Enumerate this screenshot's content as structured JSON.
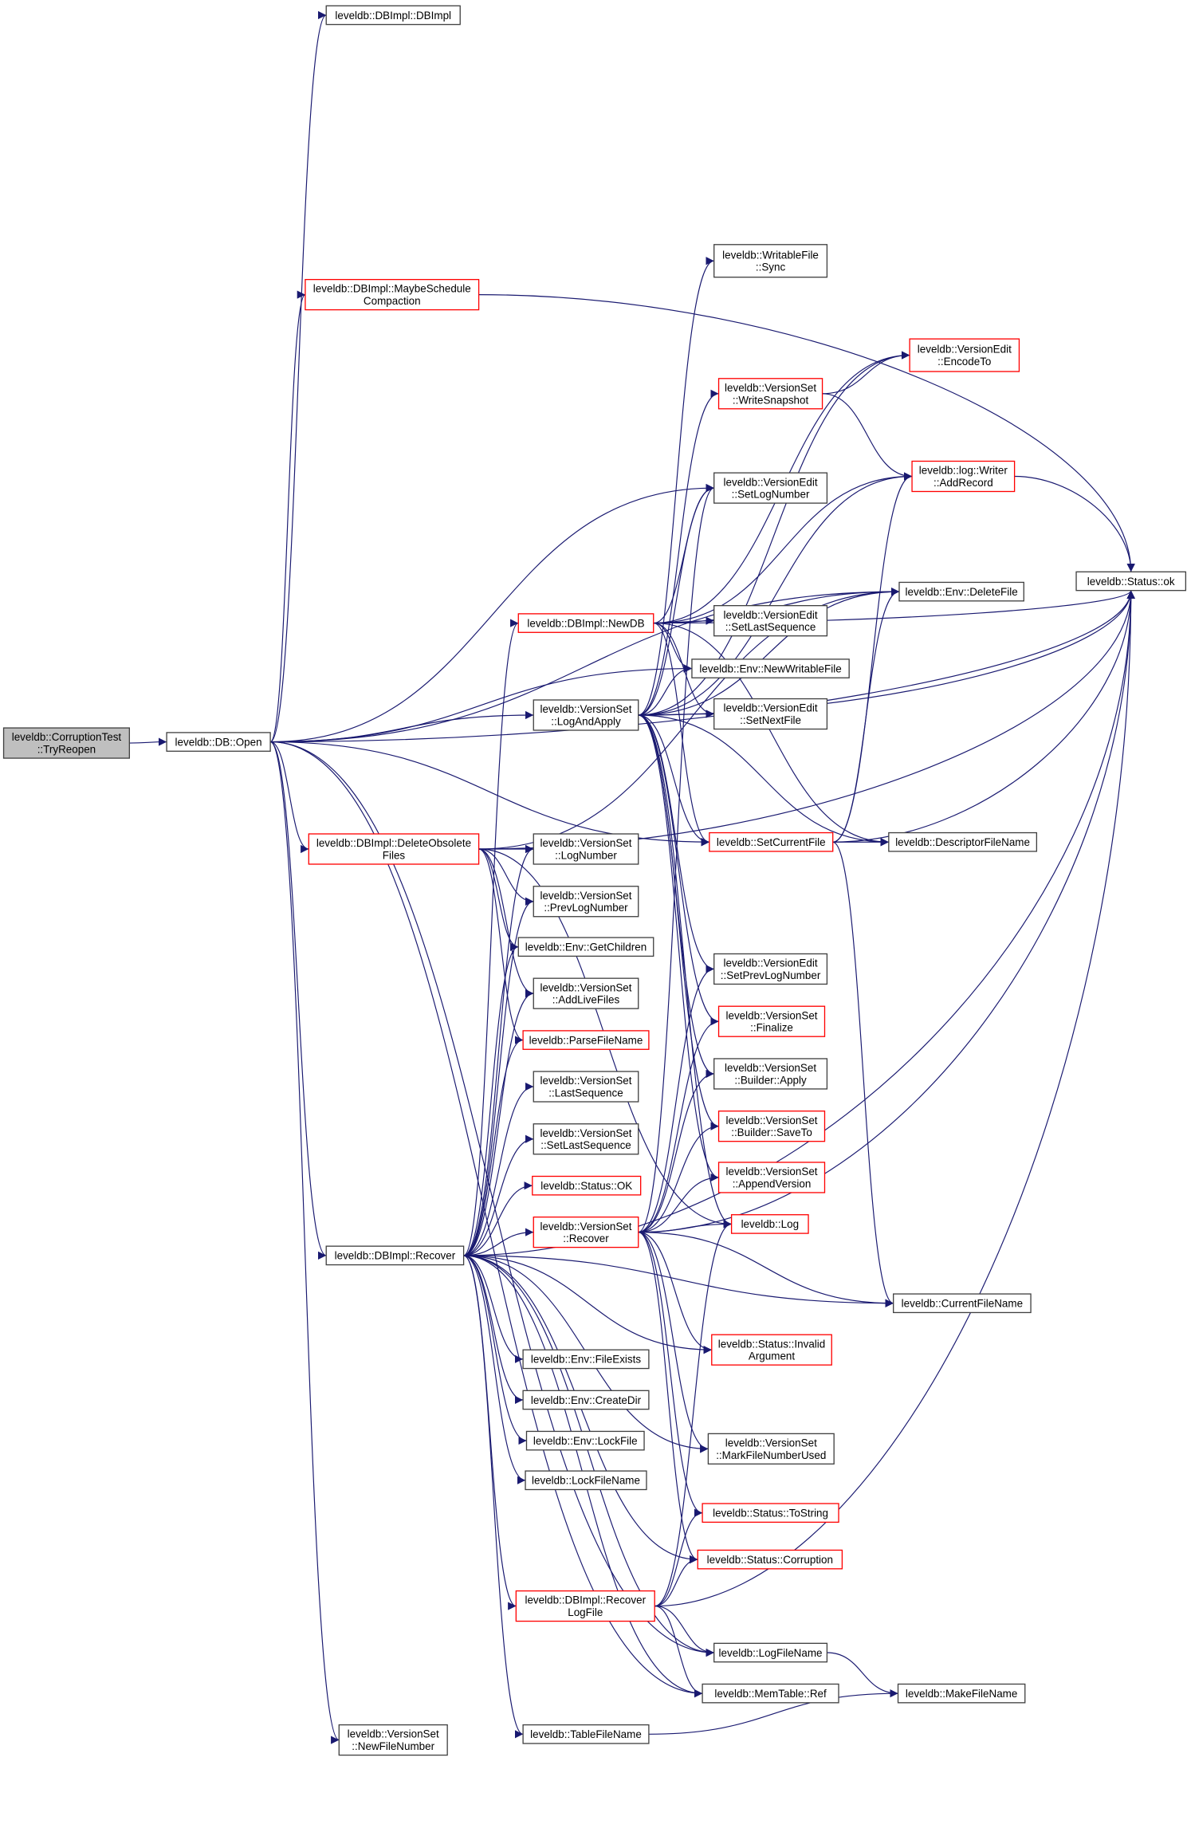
{
  "colors": {
    "edge": "#191970",
    "highlight_border": "#ff0000",
    "root_fill": "#bfbfbf",
    "node_border": "#404040"
  },
  "nodes": {
    "tryreopen": {
      "lines": [
        "leveldb::CorruptionTest",
        "::TryReopen"
      ],
      "style": "root"
    },
    "open": {
      "lines": [
        "leveldb::DB::Open"
      ],
      "style": "normal"
    },
    "dbimpl": {
      "lines": [
        "leveldb::DBImpl::DBImpl"
      ],
      "style": "normal"
    },
    "maybesched": {
      "lines": [
        "leveldb::DBImpl::MaybeSchedule",
        "Compaction"
      ],
      "style": "red"
    },
    "delobs": {
      "lines": [
        "leveldb::DBImpl::DeleteObsolete",
        "Files"
      ],
      "style": "red"
    },
    "recover": {
      "lines": [
        "leveldb::DBImpl::Recover"
      ],
      "style": "normal"
    },
    "newfilenum": {
      "lines": [
        "leveldb::VersionSet",
        "::NewFileNumber"
      ],
      "style": "normal"
    },
    "newdb": {
      "lines": [
        "leveldb::DBImpl::NewDB"
      ],
      "style": "red"
    },
    "logandapply": {
      "lines": [
        "leveldb::VersionSet",
        "::LogAndApply"
      ],
      "style": "normal"
    },
    "lognumber": {
      "lines": [
        "leveldb::VersionSet",
        "::LogNumber"
      ],
      "style": "normal"
    },
    "prevlognumber": {
      "lines": [
        "leveldb::VersionSet",
        "::PrevLogNumber"
      ],
      "style": "normal"
    },
    "getchildren": {
      "lines": [
        "leveldb::Env::GetChildren"
      ],
      "style": "normal"
    },
    "addlivefiles": {
      "lines": [
        "leveldb::VersionSet",
        "::AddLiveFiles"
      ],
      "style": "normal"
    },
    "parsefilename": {
      "lines": [
        "leveldb::ParseFileName"
      ],
      "style": "red"
    },
    "lastsequence": {
      "lines": [
        "leveldb::VersionSet",
        "::LastSequence"
      ],
      "style": "normal"
    },
    "vs_setlastseq": {
      "lines": [
        "leveldb::VersionSet",
        "::SetLastSequence"
      ],
      "style": "normal"
    },
    "status_OK": {
      "lines": [
        "leveldb::Status::OK"
      ],
      "style": "red"
    },
    "vs_recover": {
      "lines": [
        "leveldb::VersionSet",
        "::Recover"
      ],
      "style": "red"
    },
    "fileexists": {
      "lines": [
        "leveldb::Env::FileExists"
      ],
      "style": "normal"
    },
    "createdir": {
      "lines": [
        "leveldb::Env::CreateDir"
      ],
      "style": "normal"
    },
    "lockfile": {
      "lines": [
        "leveldb::Env::LockFile"
      ],
      "style": "normal"
    },
    "lockfilename": {
      "lines": [
        "leveldb::LockFileName"
      ],
      "style": "normal"
    },
    "recoverlogfile": {
      "lines": [
        "leveldb::DBImpl::Recover",
        "LogFile"
      ],
      "style": "red"
    },
    "tablefilename": {
      "lines": [
        "leveldb::TableFileName"
      ],
      "style": "normal"
    },
    "sync": {
      "lines": [
        "leveldb::WritableFile",
        "::Sync"
      ],
      "style": "normal"
    },
    "encodeto": {
      "lines": [
        "leveldb::VersionEdit",
        "::EncodeTo"
      ],
      "style": "red"
    },
    "writesnapshot": {
      "lines": [
        "leveldb::VersionSet",
        "::WriteSnapshot"
      ],
      "style": "red"
    },
    "addrecord": {
      "lines": [
        "leveldb::log::Writer",
        "::AddRecord"
      ],
      "style": "red"
    },
    "setlognumber": {
      "lines": [
        "leveldb::VersionEdit",
        "::SetLogNumber"
      ],
      "style": "normal"
    },
    "deletefile": {
      "lines": [
        "leveldb::Env::DeleteFile"
      ],
      "style": "normal"
    },
    "status_ok": {
      "lines": [
        "leveldb::Status::ok"
      ],
      "style": "normal"
    },
    "ve_setlastseq": {
      "lines": [
        "leveldb::VersionEdit",
        "::SetLastSequence"
      ],
      "style": "normal"
    },
    "newwritablefile": {
      "lines": [
        "leveldb::Env::NewWritableFile"
      ],
      "style": "normal"
    },
    "setnextfile": {
      "lines": [
        "leveldb::VersionEdit",
        "::SetNextFile"
      ],
      "style": "normal"
    },
    "setcurrentfile": {
      "lines": [
        "leveldb::SetCurrentFile"
      ],
      "style": "red"
    },
    "descriptorfilename": {
      "lines": [
        "leveldb::DescriptorFileName"
      ],
      "style": "normal"
    },
    "setprevlognumber": {
      "lines": [
        "leveldb::VersionEdit",
        "::SetPrevLogNumber"
      ],
      "style": "normal"
    },
    "finalize": {
      "lines": [
        "leveldb::VersionSet",
        "::Finalize"
      ],
      "style": "red"
    },
    "builderapply": {
      "lines": [
        "leveldb::VersionSet",
        "::Builder::Apply"
      ],
      "style": "normal"
    },
    "buildersaveto": {
      "lines": [
        "leveldb::VersionSet",
        "::Builder::SaveTo"
      ],
      "style": "red"
    },
    "appendversion": {
      "lines": [
        "leveldb::VersionSet",
        "::AppendVersion"
      ],
      "style": "red"
    },
    "log": {
      "lines": [
        "leveldb::Log"
      ],
      "style": "red"
    },
    "currentfilename": {
      "lines": [
        "leveldb::CurrentFileName"
      ],
      "style": "normal"
    },
    "invalidarg": {
      "lines": [
        "leveldb::Status::Invalid",
        "Argument"
      ],
      "style": "red"
    },
    "markfilenumused": {
      "lines": [
        "leveldb::VersionSet",
        "::MarkFileNumberUsed"
      ],
      "style": "normal"
    },
    "tostring": {
      "lines": [
        "leveldb::Status::ToString"
      ],
      "style": "red"
    },
    "corruption": {
      "lines": [
        "leveldb::Status::Corruption"
      ],
      "style": "red"
    },
    "logfilename": {
      "lines": [
        "leveldb::LogFileName"
      ],
      "style": "normal"
    },
    "makefilename": {
      "lines": [
        "leveldb::MakeFileName"
      ],
      "style": "normal"
    },
    "memtableref": {
      "lines": [
        "leveldb::MemTable::Ref"
      ],
      "style": "normal"
    }
  },
  "edges": [
    [
      "tryreopen",
      "open"
    ],
    [
      "open",
      "dbimpl"
    ],
    [
      "open",
      "maybesched"
    ],
    [
      "open",
      "delobs"
    ],
    [
      "open",
      "recover"
    ],
    [
      "open",
      "newfilenum"
    ],
    [
      "open",
      "logandapply"
    ],
    [
      "open",
      "setlognumber"
    ],
    [
      "open",
      "newwritablefile"
    ],
    [
      "open",
      "deletefile"
    ],
    [
      "open",
      "status_ok"
    ],
    [
      "open",
      "logfilename"
    ],
    [
      "open",
      "memtableref"
    ],
    [
      "open",
      "setcurrentfile"
    ],
    [
      "maybesched",
      "status_ok"
    ],
    [
      "delobs",
      "lognumber"
    ],
    [
      "delobs",
      "prevlognumber"
    ],
    [
      "delobs",
      "getchildren"
    ],
    [
      "delobs",
      "addlivefiles"
    ],
    [
      "delobs",
      "parsefilename"
    ],
    [
      "delobs",
      "deletefile"
    ],
    [
      "delobs",
      "log"
    ],
    [
      "delobs",
      "status_ok"
    ],
    [
      "recover",
      "newdb"
    ],
    [
      "recover",
      "lognumber"
    ],
    [
      "recover",
      "prevlognumber"
    ],
    [
      "recover",
      "getchildren"
    ],
    [
      "recover",
      "addlivefiles"
    ],
    [
      "recover",
      "parsefilename"
    ],
    [
      "recover",
      "lastsequence"
    ],
    [
      "recover",
      "vs_setlastseq"
    ],
    [
      "recover",
      "status_OK"
    ],
    [
      "recover",
      "vs_recover"
    ],
    [
      "recover",
      "fileexists"
    ],
    [
      "recover",
      "createdir"
    ],
    [
      "recover",
      "lockfile"
    ],
    [
      "recover",
      "lockfilename"
    ],
    [
      "recover",
      "recoverlogfile"
    ],
    [
      "recover",
      "tablefilename"
    ],
    [
      "recover",
      "invalidarg"
    ],
    [
      "recover",
      "currentfilename"
    ],
    [
      "recover",
      "markfilenumused"
    ],
    [
      "recover",
      "corruption"
    ],
    [
      "recover",
      "status_ok"
    ],
    [
      "recover",
      "logfilename"
    ],
    [
      "recover",
      "memtableref"
    ],
    [
      "newdb",
      "setlognumber"
    ],
    [
      "newdb",
      "ve_setlastseq"
    ],
    [
      "newdb",
      "setnextfile"
    ],
    [
      "newdb",
      "newwritablefile"
    ],
    [
      "newdb",
      "encodeto"
    ],
    [
      "newdb",
      "addrecord"
    ],
    [
      "newdb",
      "setcurrentfile"
    ],
    [
      "newdb",
      "descriptorfilename"
    ],
    [
      "newdb",
      "deletefile"
    ],
    [
      "newdb",
      "status_ok"
    ],
    [
      "logandapply",
      "sync"
    ],
    [
      "logandapply",
      "writesnapshot"
    ],
    [
      "logandapply",
      "encodeto"
    ],
    [
      "logandapply",
      "addrecord"
    ],
    [
      "logandapply",
      "setlognumber"
    ],
    [
      "logandapply",
      "setnextfile"
    ],
    [
      "logandapply",
      "newwritablefile"
    ],
    [
      "logandapply",
      "setcurrentfile"
    ],
    [
      "logandapply",
      "descriptorfilename"
    ],
    [
      "logandapply",
      "setprevlognumber"
    ],
    [
      "logandapply",
      "finalize"
    ],
    [
      "logandapply",
      "builderapply"
    ],
    [
      "logandapply",
      "buildersaveto"
    ],
    [
      "logandapply",
      "appendversion"
    ],
    [
      "logandapply",
      "log"
    ],
    [
      "logandapply",
      "deletefile"
    ],
    [
      "logandapply",
      "status_ok"
    ],
    [
      "writesnapshot",
      "encodeto"
    ],
    [
      "writesnapshot",
      "addrecord"
    ],
    [
      "addrecord",
      "status_ok"
    ],
    [
      "setcurrentfile",
      "descriptorfilename"
    ],
    [
      "setcurrentfile",
      "currentfilename"
    ],
    [
      "setcurrentfile",
      "status_ok"
    ],
    [
      "setcurrentfile",
      "deletefile"
    ],
    [
      "setcurrentfile",
      "addrecord"
    ],
    [
      "vs_recover",
      "setlognumber"
    ],
    [
      "vs_recover",
      "setprevlognumber"
    ],
    [
      "vs_recover",
      "finalize"
    ],
    [
      "vs_recover",
      "builderapply"
    ],
    [
      "vs_recover",
      "buildersaveto"
    ],
    [
      "vs_recover",
      "appendversion"
    ],
    [
      "vs_recover",
      "log"
    ],
    [
      "vs_recover",
      "currentfilename"
    ],
    [
      "vs_recover",
      "invalidarg"
    ],
    [
      "vs_recover",
      "markfilenumused"
    ],
    [
      "vs_recover",
      "tostring"
    ],
    [
      "vs_recover",
      "corruption"
    ],
    [
      "vs_recover",
      "status_ok"
    ],
    [
      "recoverlogfile",
      "log"
    ],
    [
      "recoverlogfile",
      "tostring"
    ],
    [
      "recoverlogfile",
      "corruption"
    ],
    [
      "recoverlogfile",
      "logfilename"
    ],
    [
      "recoverlogfile",
      "memtableref"
    ],
    [
      "recoverlogfile",
      "status_ok"
    ],
    [
      "tablefilename",
      "makefilename"
    ],
    [
      "logfilename",
      "makefilename"
    ]
  ]
}
